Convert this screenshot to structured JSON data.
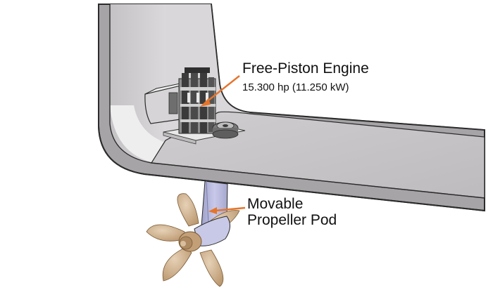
{
  "labels": {
    "engine_title": "Free-Piston Engine",
    "engine_spec": "15.300 hp  (11.250 kW)",
    "pod_line_1": "Movable",
    "pod_line_2": "Propeller Pod"
  },
  "colors": {
    "hull_wall": "#d4d2d4",
    "hull_outer": "#a3a0a3",
    "hull_deck": "#c3c1c3",
    "hull_inner": "#f2f1f2",
    "engine_dark": "#3b3b3b",
    "engine_gray": "#9a9a9a",
    "strut": "#bbbcdd",
    "propeller": "#c8a783",
    "propeller_dark": "#9c7a55",
    "callout_arrow": "#e6742b",
    "outline": "#2b2b2b"
  }
}
